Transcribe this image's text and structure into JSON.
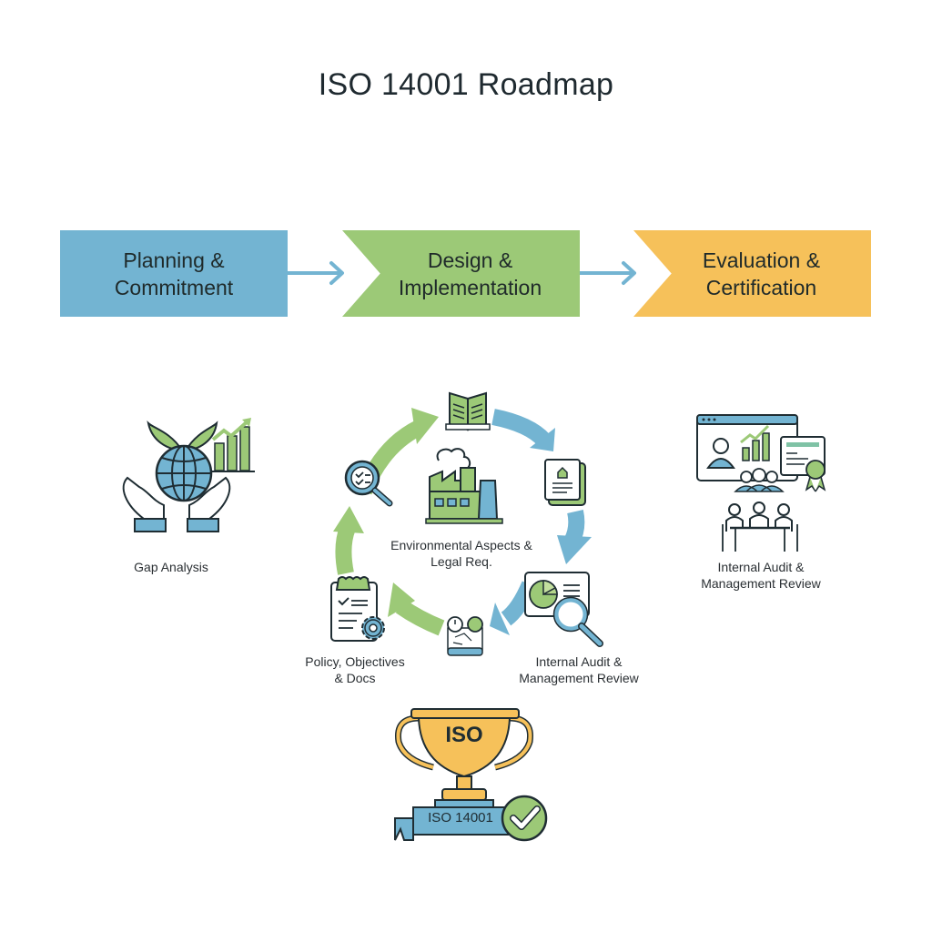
{
  "title": "ISO 14001 Roadmap",
  "phases": [
    {
      "label_line1": "Planning &",
      "label_line2": "Commitment",
      "color": "#73b4d2"
    },
    {
      "label_line1": "Design &",
      "label_line2": "Implementation",
      "color": "#9cc977"
    },
    {
      "label_line1": "Evaluation &",
      "label_line2": "Certification",
      "color": "#f6c15a"
    }
  ],
  "left_section": {
    "icon": "globe-in-hands-icon",
    "label": "Gap Analysis"
  },
  "cycle": {
    "center_label_line1": "Environmental Aspects &",
    "center_label_line2": "Legal Req.",
    "nodes": [
      {
        "icon": "open-book-icon"
      },
      {
        "icon": "document-certificate-icon"
      },
      {
        "icon": "pie-chart-magnifier-icon",
        "label_line1": "Internal Audit &",
        "label_line2": "Management Review"
      },
      {
        "icon": "blueprint-process-icon"
      },
      {
        "icon": "clipboard-gear-icon",
        "label_line1": "Policy, Objectives",
        "label_line2": "& Docs"
      },
      {
        "icon": "checklist-magnifier-icon"
      }
    ]
  },
  "right_section": {
    "icon": "presentation-meeting-icon",
    "label_line1": "Internal Audit &",
    "label_line2": "Management Review"
  },
  "trophy": {
    "cup_text": "ISO",
    "ribbon_text": "ISO 14001",
    "badge_icon": "checkmark-icon"
  },
  "colors": {
    "blue": "#73b4d2",
    "green": "#9cc977",
    "yellow": "#f6c15a",
    "outline": "#1f2d33"
  }
}
